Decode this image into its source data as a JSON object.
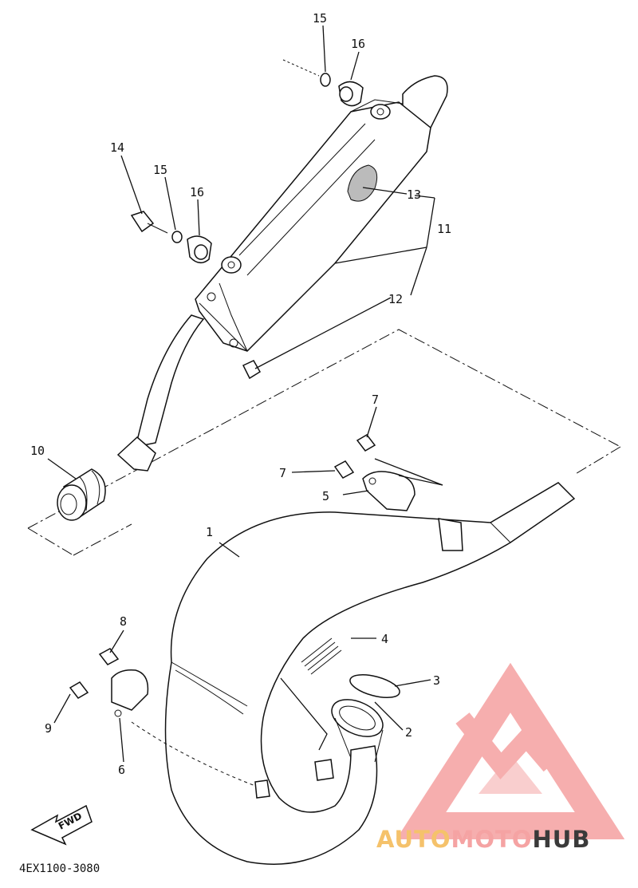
{
  "diagram": {
    "callouts": [
      "1",
      "2",
      "3",
      "4",
      "5",
      "6",
      "7",
      "7",
      "8",
      "9",
      "10",
      "11",
      "12",
      "13",
      "14",
      "15",
      "15",
      "16",
      "16"
    ],
    "diagram_code": "4EX1100-3080",
    "fwd_label": "FWD"
  },
  "watermark": {
    "text_part1": "AUTO",
    "text_part2": "MOTO",
    "text_part3": "HUB",
    "color_auto": "#f5c26b",
    "color_moto": "#f5a3a3",
    "color_hub": "#3a3a3a",
    "logo_color": "#f5a0a0"
  }
}
